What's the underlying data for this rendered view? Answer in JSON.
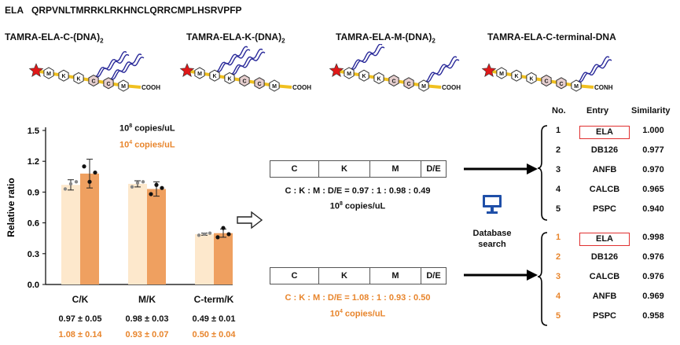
{
  "sequence": {
    "name": "ELA",
    "value": "QRPVNLTMRRKLRKHNCLQRRCMPLHSRVPFP"
  },
  "constructs": [
    {
      "name": "TAMRA-ELA-C-(DNA)",
      "sub": "2",
      "terminal": "COOH",
      "beads": [
        "M",
        "K",
        "K",
        "C",
        "C",
        "M"
      ]
    },
    {
      "name": "TAMRA-ELA-K-(DNA)",
      "sub": "2",
      "terminal": "COOH",
      "beads": [
        "M",
        "K",
        "K",
        "C",
        "C",
        "M"
      ]
    },
    {
      "name": "TAMRA-ELA-M-(DNA)",
      "sub": "2",
      "terminal": "COOH",
      "beads": [
        "M",
        "K",
        "K",
        "C",
        "C",
        "M"
      ]
    },
    {
      "name": "TAMRA-ELA-C-terminal-DNA",
      "sub": "",
      "terminal": "CONH",
      "beads": [
        "M",
        "K",
        "K",
        "C",
        "C",
        "M"
      ]
    }
  ],
  "legend": {
    "high": {
      "base": "10",
      "exp": "8",
      "suffix": " copies/uL",
      "color": "#111111"
    },
    "low": {
      "base": "10",
      "exp": "4",
      "suffix": " copies/uL",
      "color": "#e8852c"
    }
  },
  "chart_data": {
    "type": "bar",
    "categories": [
      "C/K",
      "M/K",
      "C-term/K"
    ],
    "ylabel": "Relative ratio",
    "ylim": [
      0,
      1.5
    ],
    "yticks": [
      "0.0",
      "0.3",
      "0.6",
      "0.9",
      "1.2",
      "1.5"
    ],
    "series": [
      {
        "name": "10^8 copies/uL",
        "values": [
          0.97,
          0.98,
          0.49
        ],
        "errors": [
          0.05,
          0.03,
          0.01
        ],
        "color": "#fde8cc",
        "points": [
          [
            0.93,
            0.98,
            1.0
          ],
          [
            0.95,
            0.99,
            1.0
          ],
          [
            0.48,
            0.49,
            0.5
          ]
        ]
      },
      {
        "name": "10^4 copies/uL",
        "values": [
          1.08,
          0.93,
          0.5
        ],
        "errors": [
          0.14,
          0.07,
          0.04
        ],
        "color": "#efa060",
        "points": [
          [
            1.15,
            1.0,
            1.09
          ],
          [
            0.88,
            0.97,
            0.94
          ],
          [
            0.46,
            0.55,
            0.49
          ]
        ]
      }
    ],
    "stats_high": [
      "0.97 ± 0.05",
      "0.98 ± 0.03",
      "0.49 ± 0.01"
    ],
    "stats_low": [
      "1.08 ± 0.14",
      "0.93 ± 0.07",
      "0.50 ± 0.04"
    ]
  },
  "barcodes": [
    {
      "segments": [
        {
          "label": "C",
          "color": "#d9b8b2"
        },
        {
          "label": "K",
          "color": "#fdf2d8"
        },
        {
          "label": "M",
          "color": "#a9d7ea"
        },
        {
          "label": "D/E",
          "color": "#ecf2dc"
        }
      ],
      "ratio": "C : K : M : D/E = 0.97 : 1 : 0.98 : 0.49",
      "unit": {
        "base": "10",
        "exp": "8",
        "suffix": " copies/uL"
      }
    },
    {
      "segments": [
        {
          "label": "C",
          "color": "#d9b8b2"
        },
        {
          "label": "K",
          "color": "#fdf2d8"
        },
        {
          "label": "M",
          "color": "#a9d7ea"
        },
        {
          "label": "D/E",
          "color": "#ecf2dc"
        }
      ],
      "ratio": "C : K : M : D/E = 1.08 : 1 : 0.93 : 0.50",
      "unit": {
        "base": "10",
        "exp": "4",
        "suffix": " copies/uL"
      }
    }
  ],
  "database": {
    "label_line1": "Database",
    "label_line2": "search",
    "icon": "computer-monitor-icon",
    "icon_color": "#1f4fa8"
  },
  "table": {
    "headers": {
      "no": "No.",
      "entry": "Entry",
      "similarity": "Similarity"
    },
    "group_high": [
      {
        "no": "1",
        "entry": "ELA",
        "similarity": "1.000",
        "highlight": true
      },
      {
        "no": "2",
        "entry": "DB126",
        "similarity": "0.977"
      },
      {
        "no": "3",
        "entry": "ANFB",
        "similarity": "0.970"
      },
      {
        "no": "4",
        "entry": "CALCB",
        "similarity": "0.965"
      },
      {
        "no": "5",
        "entry": "PSPC",
        "similarity": "0.940"
      }
    ],
    "group_low": [
      {
        "no": "1",
        "entry": "ELA",
        "similarity": "0.998",
        "highlight": true
      },
      {
        "no": "2",
        "entry": "DB126",
        "similarity": "0.976"
      },
      {
        "no": "3",
        "entry": "CALCB",
        "similarity": "0.976"
      },
      {
        "no": "4",
        "entry": "ANFB",
        "similarity": "0.969"
      },
      {
        "no": "5",
        "entry": "PSPC",
        "similarity": "0.958"
      }
    ]
  },
  "colors": {
    "orange": "#e8852c",
    "dna": "#2a2a9a",
    "backbone": "#f0c020",
    "star": "#e01818",
    "redbox": "#e03030"
  }
}
